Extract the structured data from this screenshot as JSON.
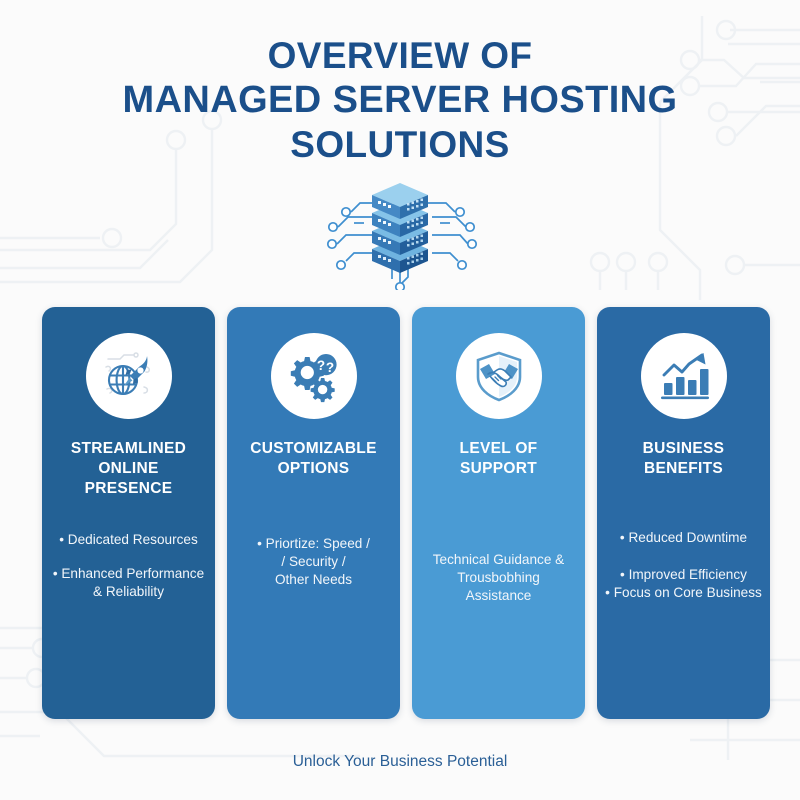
{
  "page": {
    "background_color": "#fbfbfb",
    "accent_color": "#1b4f8a",
    "footer_text": "Unlock Your Business Potential"
  },
  "header": {
    "title_line_1": "OVERVIEW OF",
    "title_line_2": "MANAGED SERVER HOSTING",
    "title_line_3": "SOLUTIONS",
    "hero_icon": "server-stack-icon"
  },
  "cards": [
    {
      "id": "streamlined-online-presence",
      "icon": "globe-rocket-icon",
      "color": "#236195",
      "heading_line_1": "STREAMLINED",
      "heading_line_2": "ONLINE",
      "heading_line_3": "PRESENCE",
      "bullets": [
        "• Dedicated Resources",
        "• Enhanced Performance\n& Reliability"
      ]
    },
    {
      "id": "customizable-options",
      "icon": "gears-question-icon",
      "color": "#337ab7",
      "heading_line_1": "CUSTOMIZABLE",
      "heading_line_2": "OPTIONS",
      "heading_line_3": "",
      "bullets": [
        "• Priortize: Speed /\n/ Security /\nOther Needs"
      ]
    },
    {
      "id": "level-of-support",
      "icon": "shield-handshake-icon",
      "color": "#4a9bd4",
      "heading_line_1": "LEVEL OF",
      "heading_line_2": "SUPPORT",
      "heading_line_3": "",
      "bullets": [
        "Technical Guidance &\nTrousbobhing\nAssistance"
      ]
    },
    {
      "id": "business-benefits",
      "icon": "growth-chart-icon",
      "color": "#2a6aa5",
      "heading_line_1": "BUSINESS",
      "heading_line_2": "BENEFITS",
      "heading_line_3": "",
      "bullets": [
        "• Reduced Downtime",
        "• Improved Efficiency",
        "• Focus on Core Business"
      ]
    }
  ]
}
